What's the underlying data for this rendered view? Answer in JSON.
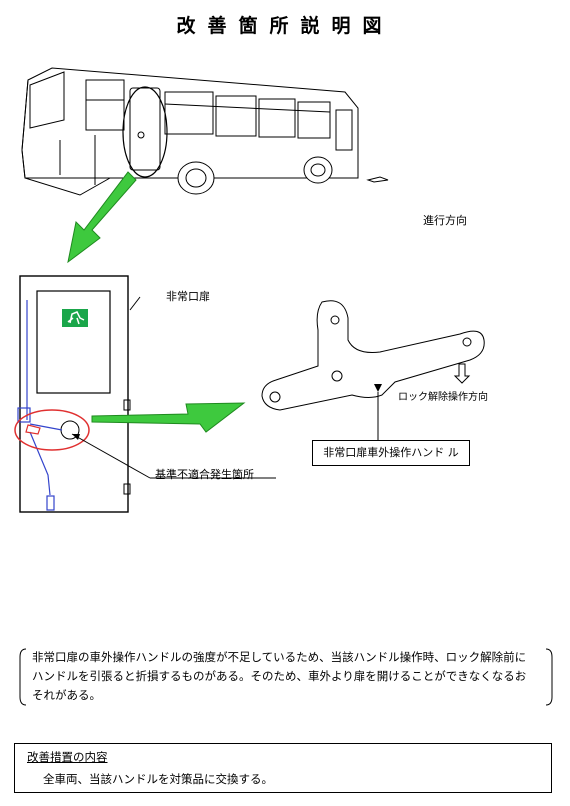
{
  "title": "改善箇所説明図",
  "labels": {
    "direction": "進行方向",
    "emergency_door": "非常口扉",
    "lock_release": "ロック解除操作方向",
    "handle": "非常口扉車外操作ハンド ル",
    "non_conformity": "基準不適合発生箇所"
  },
  "description": "非常口扉の車外操作ハンドルの強度が不足しているため、当該ハンドル操作時、ロック解除前にハンドルを引張ると折損するものがある。そのため、車外より扉を開けることができなくなるおそれがある。",
  "measures": {
    "heading": "改善措置の内容",
    "body": "全車両、当該ハンドルを対策品に交換する。"
  },
  "colors": {
    "arrow": "#3ec93e",
    "highlight": "#e03030",
    "linkage": "#3344cc",
    "exit_sign": "#1aa64a"
  }
}
